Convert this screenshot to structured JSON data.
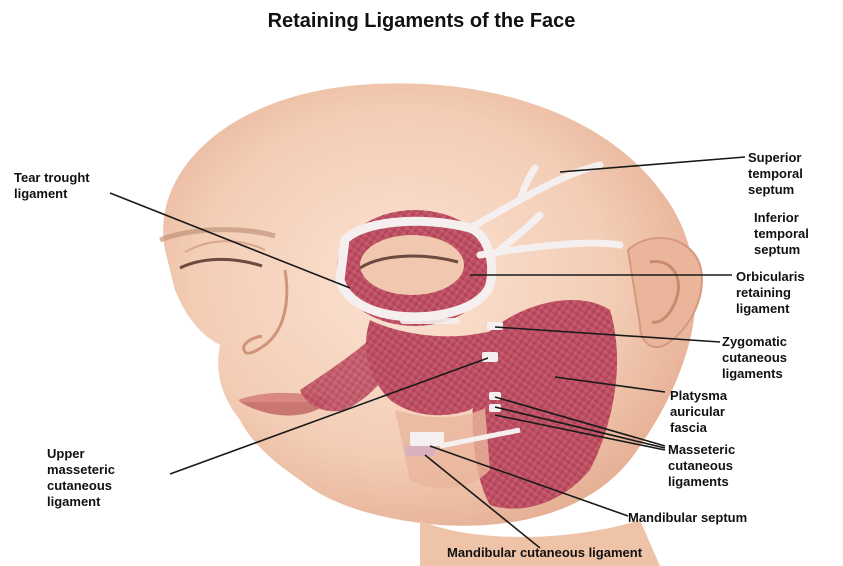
{
  "title": "Retaining Ligaments of the Face",
  "labels": {
    "tear_trough": [
      "Tear trought",
      "ligament"
    ],
    "superior_temporal_septum": [
      "Superior",
      "temporal",
      "septum"
    ],
    "inferior_temporal_septum": [
      "Inferior",
      "temporal",
      "septum"
    ],
    "orbicularis_retaining": [
      "Orbicularis",
      "retaining",
      "ligament"
    ],
    "zygomatic_cutaneous": [
      "Zygomatic",
      "cutaneous",
      "ligaments"
    ],
    "platysma_auricular": [
      "Platysma",
      "auricular",
      "fascia"
    ],
    "masseteric_cutaneous": [
      "Masseteric",
      "cutaneous",
      "ligaments"
    ],
    "upper_masseteric": [
      "Upper",
      "masseteric",
      "cutaneous",
      "ligament"
    ],
    "mandibular_septum": "Mandibular septum",
    "mandibular_cutaneous": "Mandibular cutaneous ligament"
  },
  "colors": {
    "skin": "#f3cdb5",
    "skin_shadow": "#e2a88c",
    "muscle": "#c9576a",
    "muscle_dark": "#a8394f",
    "ligament": "#f4eaea",
    "leader_line": "#1a1a1a"
  }
}
